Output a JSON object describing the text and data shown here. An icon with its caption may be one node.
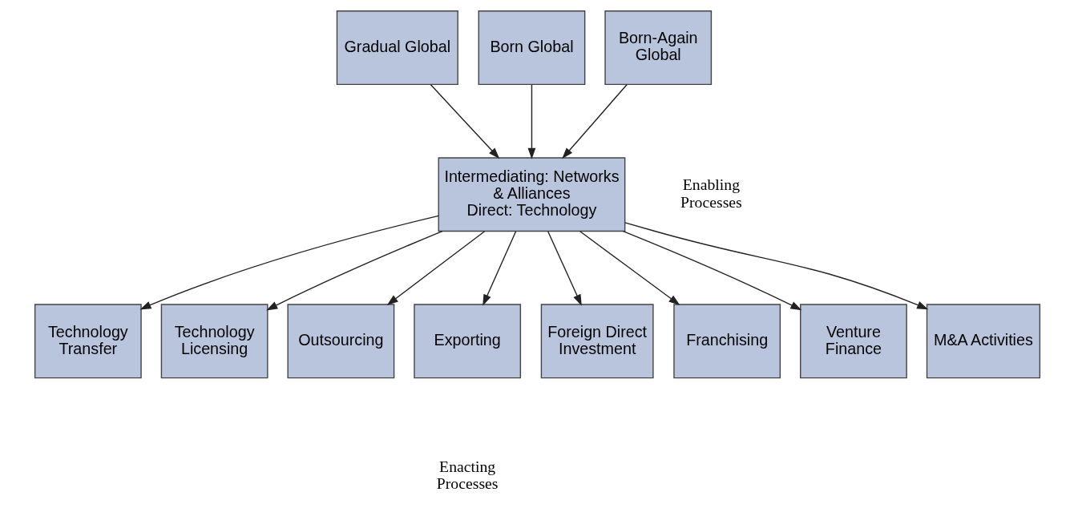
{
  "diagram": {
    "nodes": [
      {
        "text": [
          "Gradual Global"
        ]
      },
      {
        "text": [
          "Born Global"
        ]
      },
      {
        "text": [
          "Born-Again Global"
        ]
      },
      {
        "text": [
          "Intermediating: Networks & Alliances",
          "Direct: Technology"
        ],
        "beside": [
          "Enabling Processes"
        ]
      },
      {
        "text": [
          "Technology Transfer"
        ]
      },
      {
        "text": [
          "Technology Licensing"
        ]
      },
      {
        "text": [
          "Outsourcing"
        ]
      },
      {
        "text": [
          "Exporting"
        ]
      },
      {
        "text": [
          "Foreign Direct Investment"
        ]
      },
      {
        "text": [
          "Franchising"
        ]
      },
      {
        "text": [
          "Venture Finance"
        ]
      },
      {
        "text": [
          "M&A Activities"
        ]
      }
    ],
    "edges": [
      {
        "from": 0,
        "to": 3,
        "arrow": "to"
      },
      {
        "from": 1,
        "to": 3,
        "arrow": "to"
      },
      {
        "from": 2,
        "to": 3,
        "arrow": "to"
      },
      {
        "from": 3,
        "to": 4,
        "arrow": "to"
      },
      {
        "from": 3,
        "to": 5,
        "arrow": "to"
      },
      {
        "from": 3,
        "to": 6,
        "arrow": "to"
      },
      {
        "from": 3,
        "to": 7,
        "arrow": "to"
      },
      {
        "from": 3,
        "to": 8,
        "arrow": "to"
      },
      {
        "from": 3,
        "to": 9,
        "arrow": "to"
      },
      {
        "from": 3,
        "to": 10,
        "arrow": "to"
      },
      {
        "from": 3,
        "to": 11,
        "arrow": "to"
      }
    ],
    "labels": [
      "Enacting Processes"
    ]
  }
}
